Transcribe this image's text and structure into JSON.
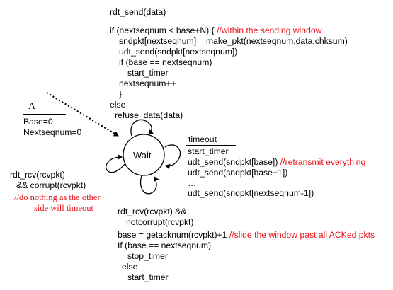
{
  "wait_state": {
    "label": "Wait"
  },
  "init": {
    "lambda": "Λ",
    "lines": [
      "Base=0",
      "Nextseqnum=0"
    ]
  },
  "rdt_send": {
    "event": "rdt_send(data)",
    "lines": [
      {
        "code": "if (nextseqnum < base+N) { ",
        "comment": "//within the sending window"
      },
      {
        "code": "sndpkt[nextseqnum] = make_pkt(nextseqnum,data,chksum)",
        "comment": ""
      },
      {
        "code": "udt_send(sndpkt[nextseqnum])",
        "comment": ""
      },
      {
        "code": "if (base == nextseqnum)",
        "comment": ""
      },
      {
        "code": "start_timer",
        "comment": ""
      },
      {
        "code": "nextseqnum++",
        "comment": ""
      },
      {
        "code": "}",
        "comment": ""
      },
      {
        "code": "else",
        "comment": ""
      },
      {
        "code": "refuse_data(data)",
        "comment": ""
      }
    ]
  },
  "timeout": {
    "event": "timeout",
    "lines": [
      {
        "code": "start_timer",
        "comment": ""
      },
      {
        "code": "udt_send(sndpkt[base]) ",
        "comment": "//retransmit everything"
      },
      {
        "code": "udt_send(sndpkt[base+1])",
        "comment": ""
      },
      {
        "code": "…",
        "comment": ""
      },
      {
        "code": "udt_send(sndpkt[nextseqnum-1])",
        "comment": ""
      }
    ]
  },
  "corrupt": {
    "event_line1": "rdt_rcv(rcvpkt)",
    "event_line2": "&& corrupt(rcvpkt)",
    "comment_line1": "//do nothing as the other",
    "comment_line2": "side will timeout"
  },
  "notcorrupt": {
    "event_line1": "rdt_rcv(rcvpkt) &&",
    "event_line2": "notcorrupt(rcvpkt)",
    "lines": [
      {
        "code": "base = getacknum(rcvpkt)+1 ",
        "comment": "//slide the window past all ACKed pkts"
      },
      {
        "code": "If (base == nextseqnum)",
        "comment": ""
      },
      {
        "code": "stop_timer",
        "comment": ""
      },
      {
        "code": "else",
        "comment": ""
      },
      {
        "code": "start_timer",
        "comment": ""
      }
    ]
  }
}
